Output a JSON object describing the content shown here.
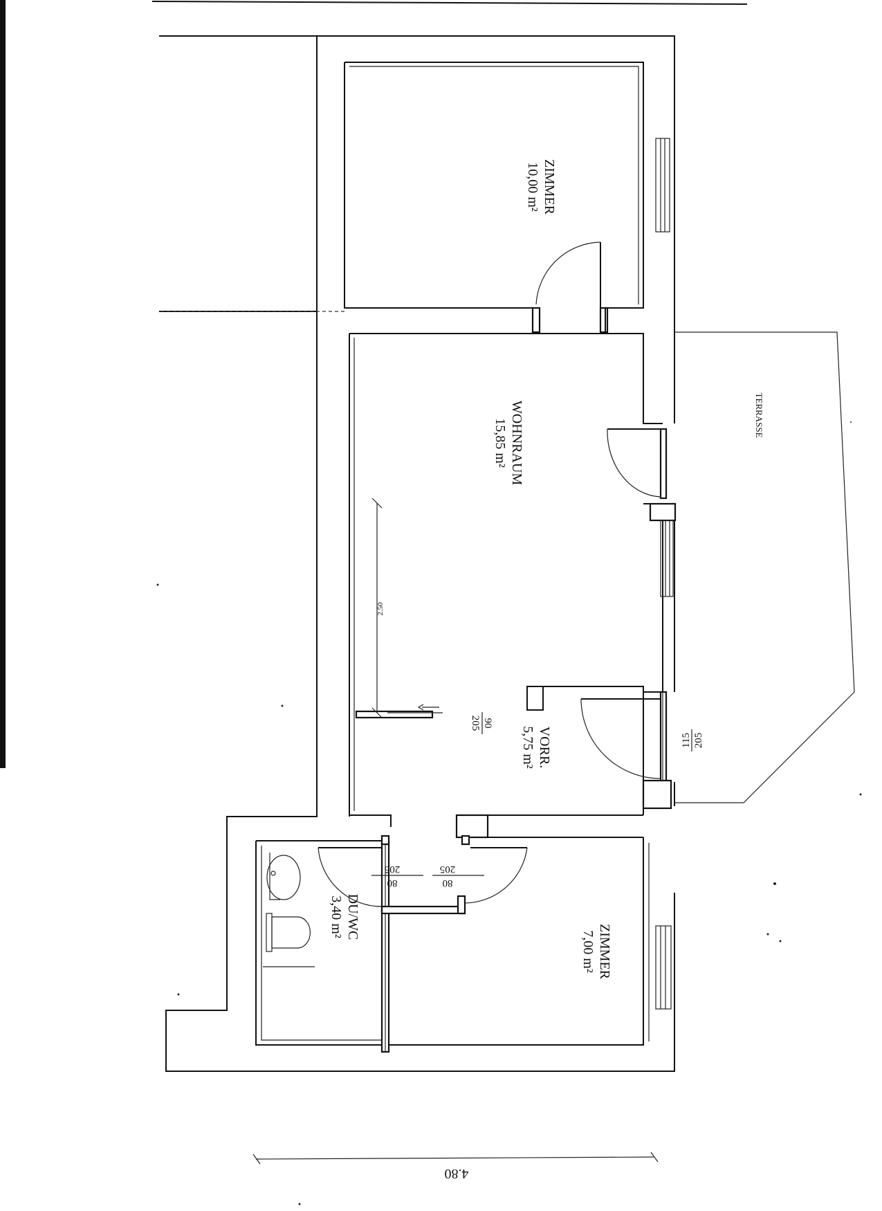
{
  "rooms": {
    "zimmer_top": {
      "name": "ZIMMER",
      "area": "10,00 m²"
    },
    "wohnraum": {
      "name": "WOHNRAUM",
      "area": "15,85 m²"
    },
    "vorraum": {
      "name": "VORR.",
      "area": "5,75 m²"
    },
    "duwc": {
      "name": "DU/WC",
      "area": "3,40 m²"
    },
    "zimmer_bottom": {
      "name": "ZIMMER",
      "area": "7,00 m²"
    },
    "terrasse": {
      "name": "TERRASSE"
    }
  },
  "door_labels": {
    "vorr_inner": {
      "width": "90",
      "height": "205"
    },
    "entrance": {
      "width": "115",
      "height": "205"
    },
    "bath_door": {
      "width": "80",
      "height": "205"
    },
    "room_door": {
      "width": "80",
      "height": "205"
    }
  },
  "dimensions": {
    "wohnraum_depth": "2.50",
    "overall_width": "4.80"
  },
  "colors": {
    "ink": "#111111",
    "paper": "#ffffff"
  }
}
